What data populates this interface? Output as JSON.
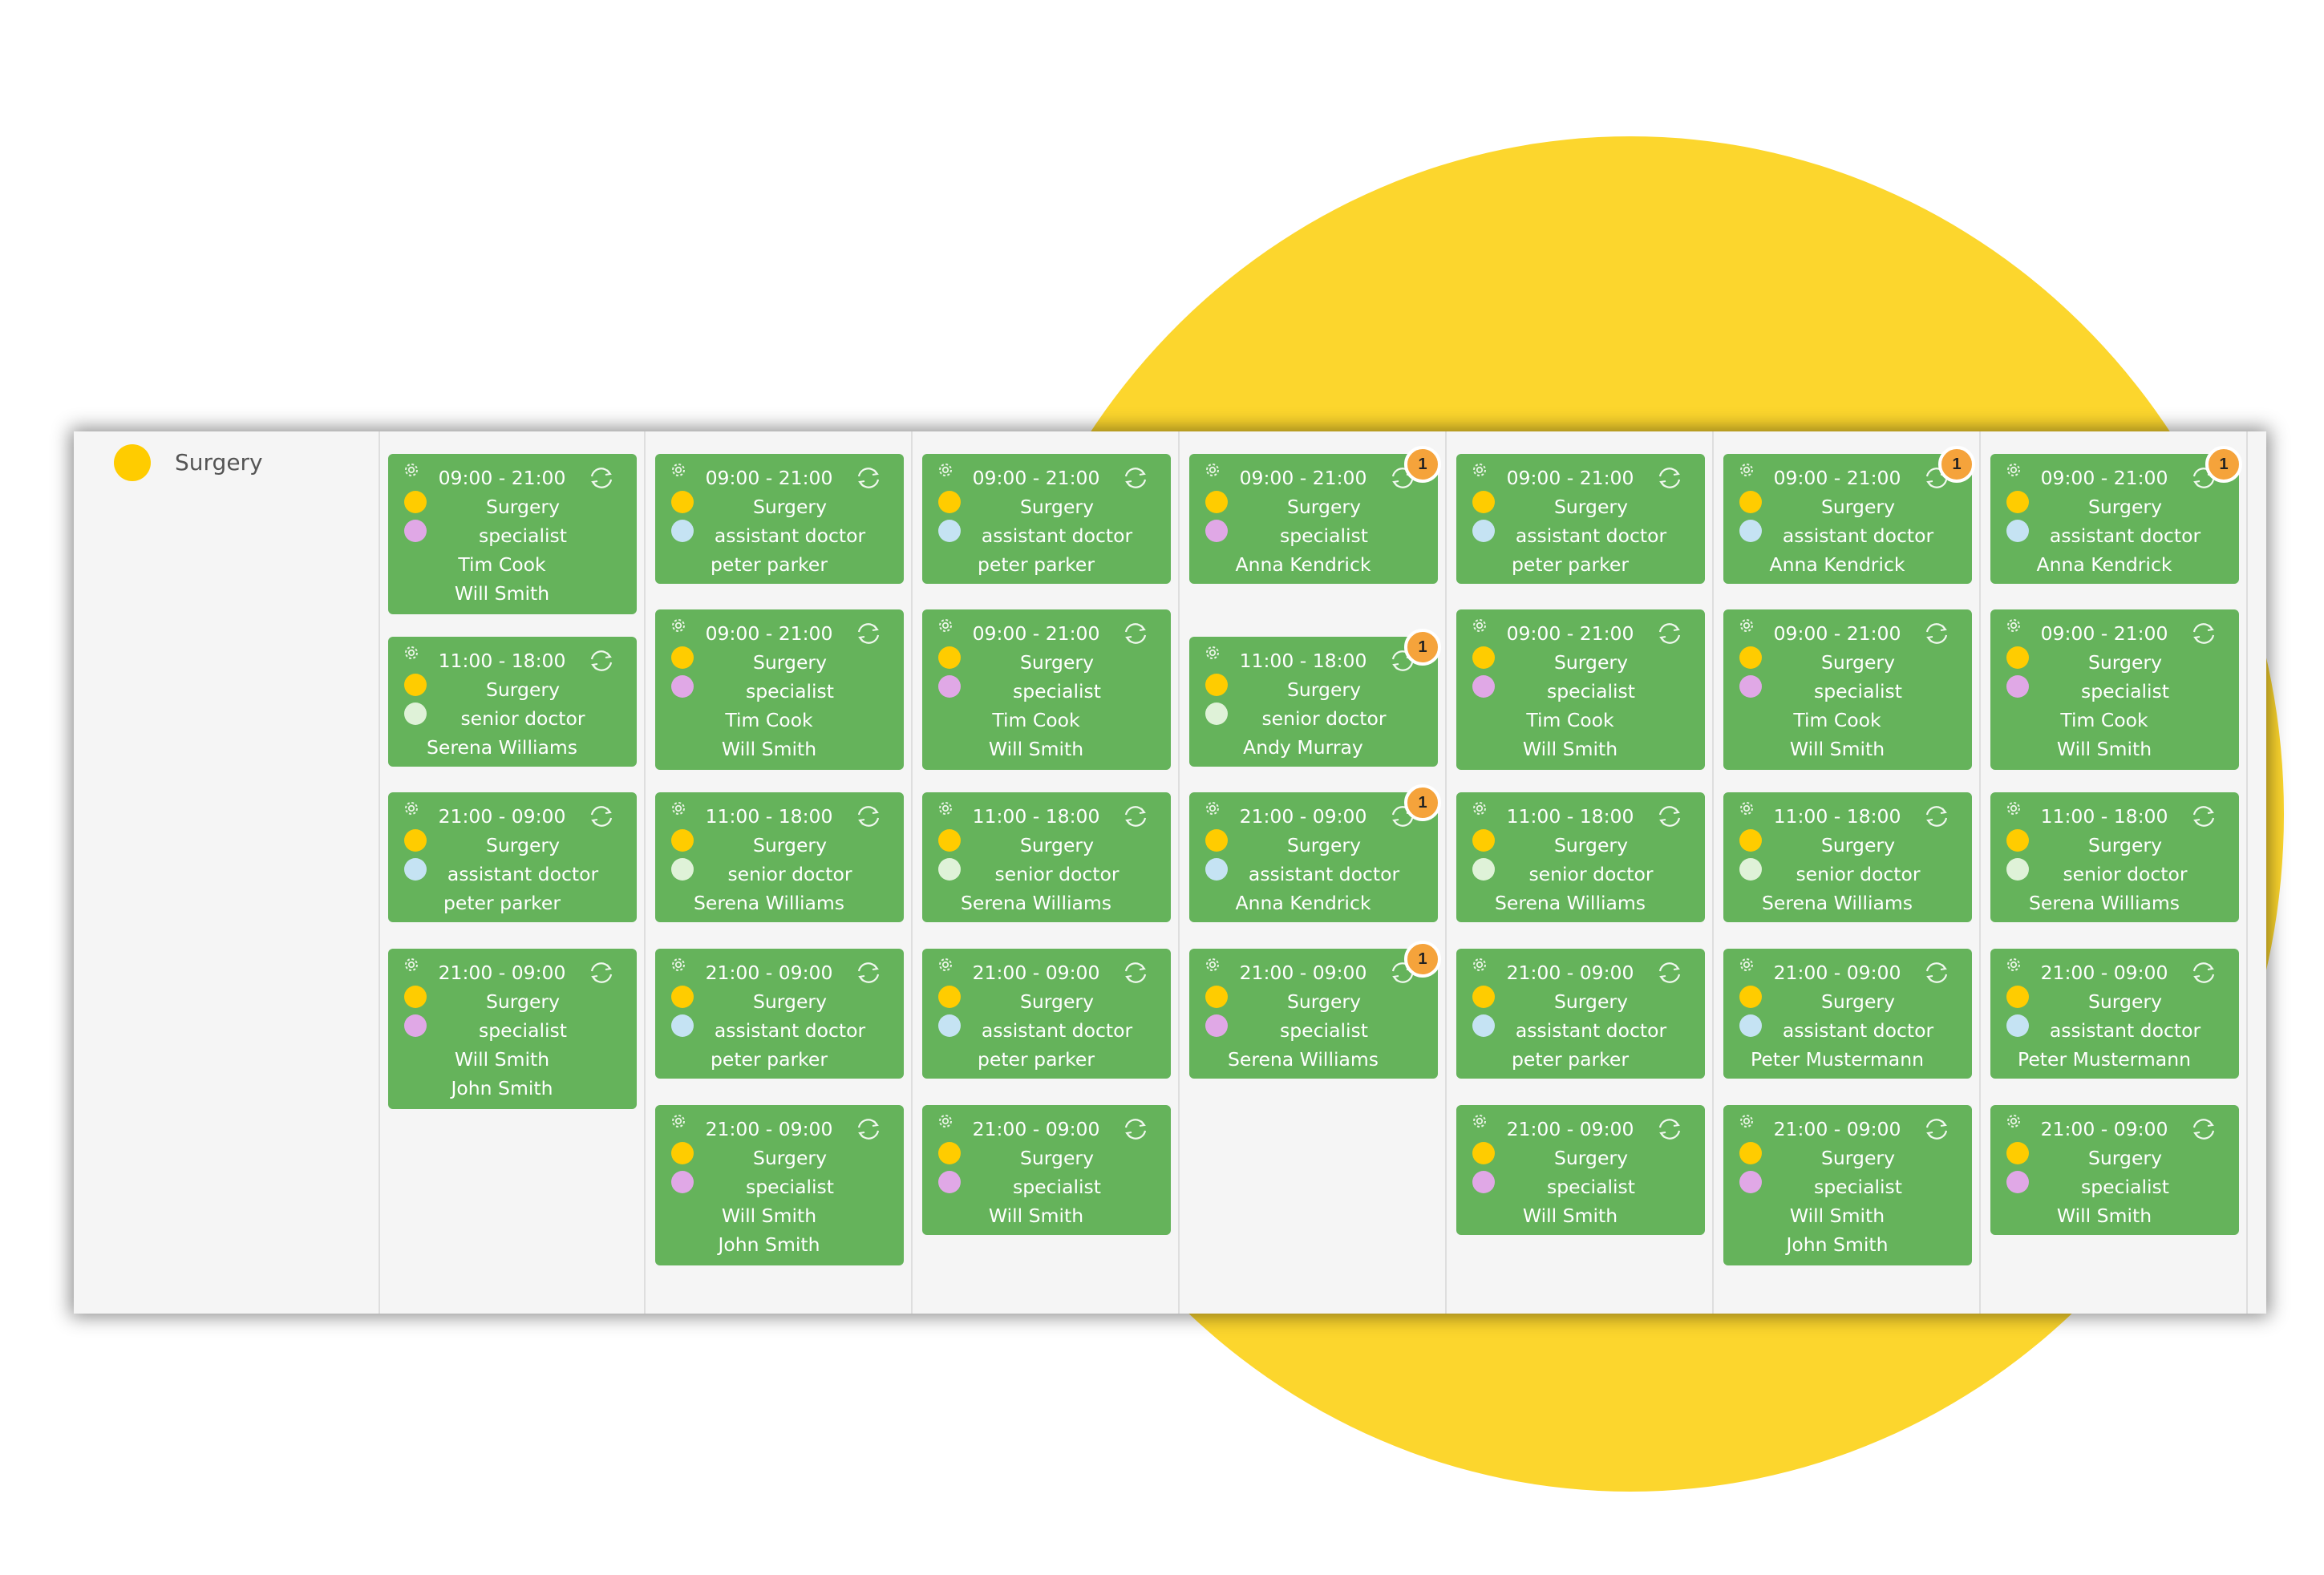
{
  "group": {
    "name": "Surgery",
    "color": "#FFCC00"
  },
  "role_colors": {
    "specialist": "#E0A8E6",
    "assistant doctor": "#C5E3F3",
    "senior doctor": "#DFF2D8"
  },
  "department_color": "#FFCC00",
  "shift_color": "#65B35B",
  "badge_color": "#F5A33B",
  "columns": [
    [
      {
        "time": "09:00 - 21:00",
        "dept": "Surgery",
        "role": "specialist",
        "people": [
          "Tim Cook",
          "Will Smith"
        ]
      },
      {
        "time": "11:00 - 18:00",
        "dept": "Surgery",
        "role": "senior doctor",
        "people": [
          "Serena Williams"
        ]
      },
      {
        "time": "21:00 - 09:00",
        "dept": "Surgery",
        "role": "assistant doctor",
        "people": [
          "peter parker"
        ]
      },
      {
        "time": "21:00 - 09:00",
        "dept": "Surgery",
        "role": "specialist",
        "people": [
          "Will Smith",
          "John Smith"
        ]
      }
    ],
    [
      {
        "time": "09:00 - 21:00",
        "dept": "Surgery",
        "role": "assistant doctor",
        "people": [
          "peter parker"
        ]
      },
      {
        "time": "09:00 - 21:00",
        "dept": "Surgery",
        "role": "specialist",
        "people": [
          "Tim Cook",
          "Will Smith"
        ]
      },
      {
        "time": "11:00 - 18:00",
        "dept": "Surgery",
        "role": "senior doctor",
        "people": [
          "Serena Williams"
        ]
      },
      {
        "time": "21:00 - 09:00",
        "dept": "Surgery",
        "role": "assistant doctor",
        "people": [
          "peter parker"
        ]
      },
      {
        "time": "21:00 - 09:00",
        "dept": "Surgery",
        "role": "specialist",
        "people": [
          "Will Smith",
          "John Smith"
        ]
      }
    ],
    [
      {
        "time": "09:00 - 21:00",
        "dept": "Surgery",
        "role": "assistant doctor",
        "people": [
          "peter parker"
        ]
      },
      {
        "time": "09:00 - 21:00",
        "dept": "Surgery",
        "role": "specialist",
        "people": [
          "Tim Cook",
          "Will Smith"
        ]
      },
      {
        "time": "11:00 - 18:00",
        "dept": "Surgery",
        "role": "senior doctor",
        "people": [
          "Serena Williams"
        ]
      },
      {
        "time": "21:00 - 09:00",
        "dept": "Surgery",
        "role": "assistant doctor",
        "people": [
          "peter parker"
        ]
      },
      {
        "time": "21:00 - 09:00",
        "dept": "Surgery",
        "role": "specialist",
        "people": [
          "Will Smith"
        ]
      }
    ],
    [
      {
        "time": "09:00 - 21:00",
        "dept": "Surgery",
        "role": "specialist",
        "people": [
          "Anna Kendrick"
        ],
        "badge": "1"
      },
      {
        "time": "11:00 - 18:00",
        "dept": "Surgery",
        "role": "senior doctor",
        "people": [
          "Andy Murray"
        ],
        "badge": "1"
      },
      {
        "time": "21:00 - 09:00",
        "dept": "Surgery",
        "role": "assistant doctor",
        "people": [
          "Anna Kendrick"
        ],
        "badge": "1"
      },
      {
        "time": "21:00 - 09:00",
        "dept": "Surgery",
        "role": "specialist",
        "people": [
          "Serena Williams"
        ],
        "badge": "1"
      }
    ],
    [
      {
        "time": "09:00 - 21:00",
        "dept": "Surgery",
        "role": "assistant doctor",
        "people": [
          "peter parker"
        ]
      },
      {
        "time": "09:00 - 21:00",
        "dept": "Surgery",
        "role": "specialist",
        "people": [
          "Tim Cook",
          "Will Smith"
        ]
      },
      {
        "time": "11:00 - 18:00",
        "dept": "Surgery",
        "role": "senior doctor",
        "people": [
          "Serena Williams"
        ]
      },
      {
        "time": "21:00 - 09:00",
        "dept": "Surgery",
        "role": "assistant doctor",
        "people": [
          "peter parker"
        ]
      },
      {
        "time": "21:00 - 09:00",
        "dept": "Surgery",
        "role": "specialist",
        "people": [
          "Will Smith"
        ]
      }
    ],
    [
      {
        "time": "09:00 - 21:00",
        "dept": "Surgery",
        "role": "assistant doctor",
        "people": [
          "Anna Kendrick"
        ],
        "badge": "1"
      },
      {
        "time": "09:00 - 21:00",
        "dept": "Surgery",
        "role": "specialist",
        "people": [
          "Tim Cook",
          "Will Smith"
        ]
      },
      {
        "time": "11:00 - 18:00",
        "dept": "Surgery",
        "role": "senior doctor",
        "people": [
          "Serena Williams"
        ]
      },
      {
        "time": "21:00 - 09:00",
        "dept": "Surgery",
        "role": "assistant doctor",
        "people": [
          "Peter Mustermann"
        ]
      },
      {
        "time": "21:00 - 09:00",
        "dept": "Surgery",
        "role": "specialist",
        "people": [
          "Will Smith",
          "John Smith"
        ]
      }
    ],
    [
      {
        "time": "09:00 - 21:00",
        "dept": "Surgery",
        "role": "assistant doctor",
        "people": [
          "Anna Kendrick"
        ],
        "badge": "1"
      },
      {
        "time": "09:00 - 21:00",
        "dept": "Surgery",
        "role": "specialist",
        "people": [
          "Tim Cook",
          "Will Smith"
        ]
      },
      {
        "time": "11:00 - 18:00",
        "dept": "Surgery",
        "role": "senior doctor",
        "people": [
          "Serena Williams"
        ]
      },
      {
        "time": "21:00 - 09:00",
        "dept": "Surgery",
        "role": "assistant doctor",
        "people": [
          "Peter Mustermann"
        ]
      },
      {
        "time": "21:00 - 09:00",
        "dept": "Surgery",
        "role": "specialist",
        "people": [
          "Will Smith"
        ]
      }
    ]
  ]
}
